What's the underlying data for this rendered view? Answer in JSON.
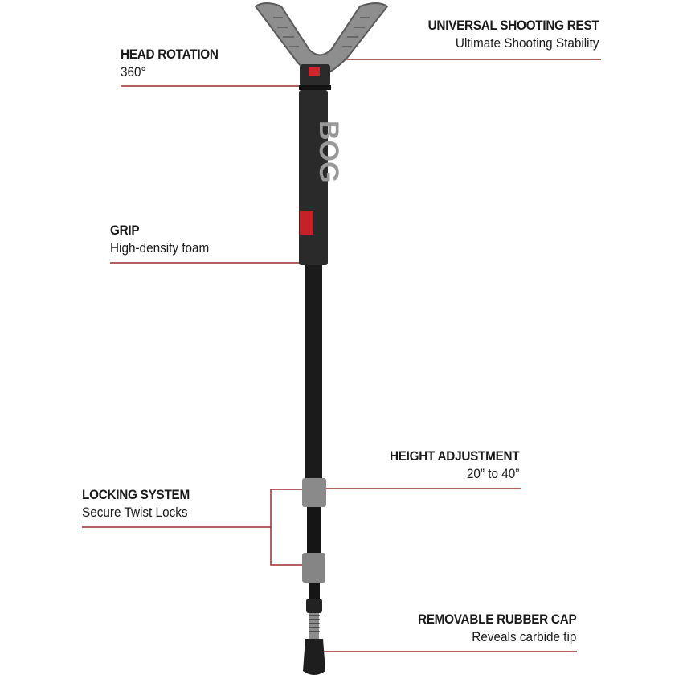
{
  "brand_logo": "BOG",
  "callouts": {
    "shooting_rest": {
      "title": "UNIVERSAL SHOOTING REST",
      "subtitle": "Ultimate Shooting Stability"
    },
    "head_rotation": {
      "title": "HEAD ROTATION",
      "subtitle": "360°"
    },
    "grip": {
      "title": "GRIP",
      "subtitle": "High-density foam"
    },
    "height_adjustment": {
      "title": "HEIGHT ADJUSTMENT",
      "subtitle": "20” to 40”"
    },
    "locking_system": {
      "title": "LOCKING SYSTEM",
      "subtitle": "Secure Twist Locks"
    },
    "rubber_cap": {
      "title": "REMOVABLE RUBBER CAP",
      "subtitle": "Reveals carbide tip"
    }
  },
  "colors": {
    "leader_line": "#9b2b2b",
    "accent_red": "#d0262b",
    "grip": "#2a2a2a",
    "rubber_gray": "#8a8a8a"
  }
}
